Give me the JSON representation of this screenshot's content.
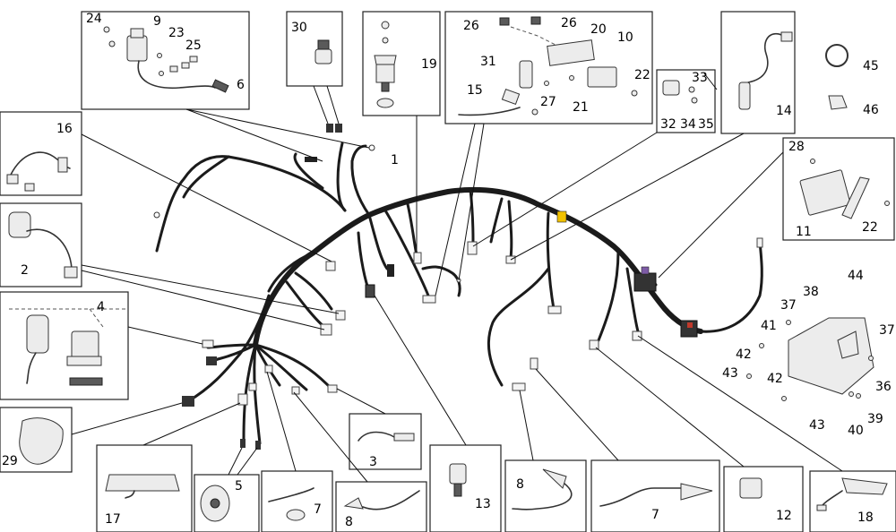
{
  "labels": {
    "l1": "1",
    "l2": "2",
    "l3": "3",
    "l4": "4",
    "l5": "5",
    "l6": "6",
    "l7a": "7",
    "l7b": "7",
    "l8a": "8",
    "l8b": "8",
    "l9": "9",
    "l10": "10",
    "l11": "11",
    "l12": "12",
    "l13": "13",
    "l14": "14",
    "l15": "15",
    "l16": "16",
    "l17": "17",
    "l18": "18",
    "l19": "19",
    "l20": "20",
    "l21": "21",
    "l22a": "22",
    "l22b": "22",
    "l23": "23",
    "l24": "24",
    "l25": "25",
    "l26a": "26",
    "l26b": "26",
    "l27": "27",
    "l28": "28",
    "l29": "29",
    "l30": "30",
    "l31": "31",
    "l32": "32",
    "l33": "33",
    "l34": "34",
    "l35": "35",
    "l36": "36",
    "l37a": "37",
    "l37b": "37",
    "l38": "38",
    "l39": "39",
    "l40": "40",
    "l41": "41",
    "l42a": "42",
    "l42b": "42",
    "l43a": "43",
    "l43b": "43",
    "l44": "44",
    "l45": "45",
    "l46": "46"
  },
  "colors": {
    "harness": "#1b1b1b",
    "accent_band": "#f2c200",
    "connector_red": "#c0392b",
    "connector_purple": "#7d5ba6"
  }
}
